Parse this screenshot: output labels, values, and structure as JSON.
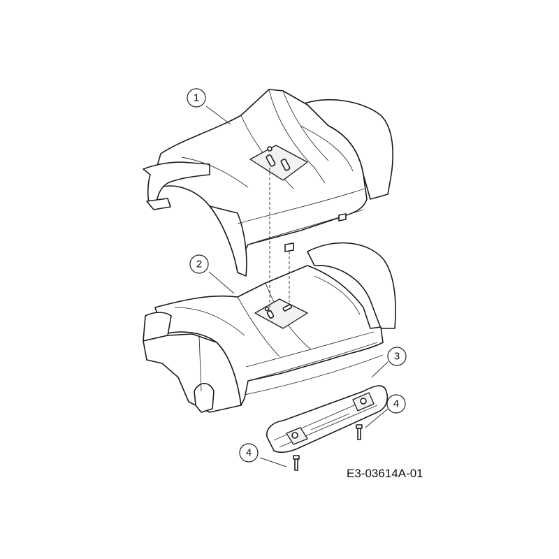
{
  "callouts": [
    {
      "label": "1",
      "color": "#111111"
    },
    {
      "label": "2",
      "color": "#c9a600"
    },
    {
      "label": "3",
      "color": "#111111"
    },
    {
      "label": "4",
      "color": "#111111"
    },
    {
      "label": "4",
      "color": "#111111"
    }
  ],
  "drawing_code": "E3-03614A-01"
}
